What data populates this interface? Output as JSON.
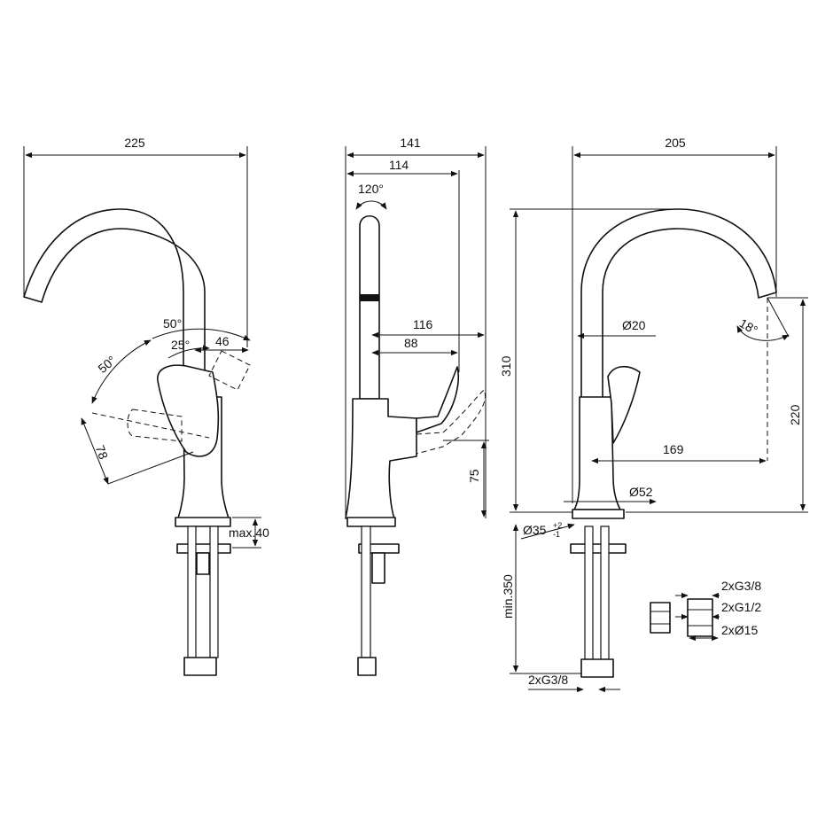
{
  "colors": {
    "line": "#111111",
    "background": "#ffffff"
  },
  "front_view": {
    "width_label": "225",
    "angle_total_label": "50°",
    "angle_left_label": "50°",
    "angle_half_label": "25°",
    "offset_label": "46",
    "lever_length_label": "78",
    "deck_thickness_label": "max.40"
  },
  "side_view": {
    "depth_label": "141",
    "spout_depth_label": "114",
    "swivel_label": "120°",
    "lever_reach_label": "116",
    "lever_reach_inner_label": "88",
    "lever_height_label": "75"
  },
  "back_view": {
    "width_label": "205",
    "height_label": "310",
    "outlet_height_label": "220",
    "outlet_angle_label": "18°",
    "spout_diameter_label": "Ø20",
    "projection_label": "169",
    "base_diameter_label": "Ø52",
    "hole_diameter_label": "Ø35",
    "hole_tolerance_plus": "+2",
    "hole_tolerance_minus": "-1",
    "hose_length_label": "min.350",
    "hose_thread_label": "2xG3/8"
  },
  "connectors": {
    "thread_small_label": "2xG3/8",
    "thread_large_label": "2xG1/2",
    "pipe_diameter_label": "2xØ15"
  }
}
